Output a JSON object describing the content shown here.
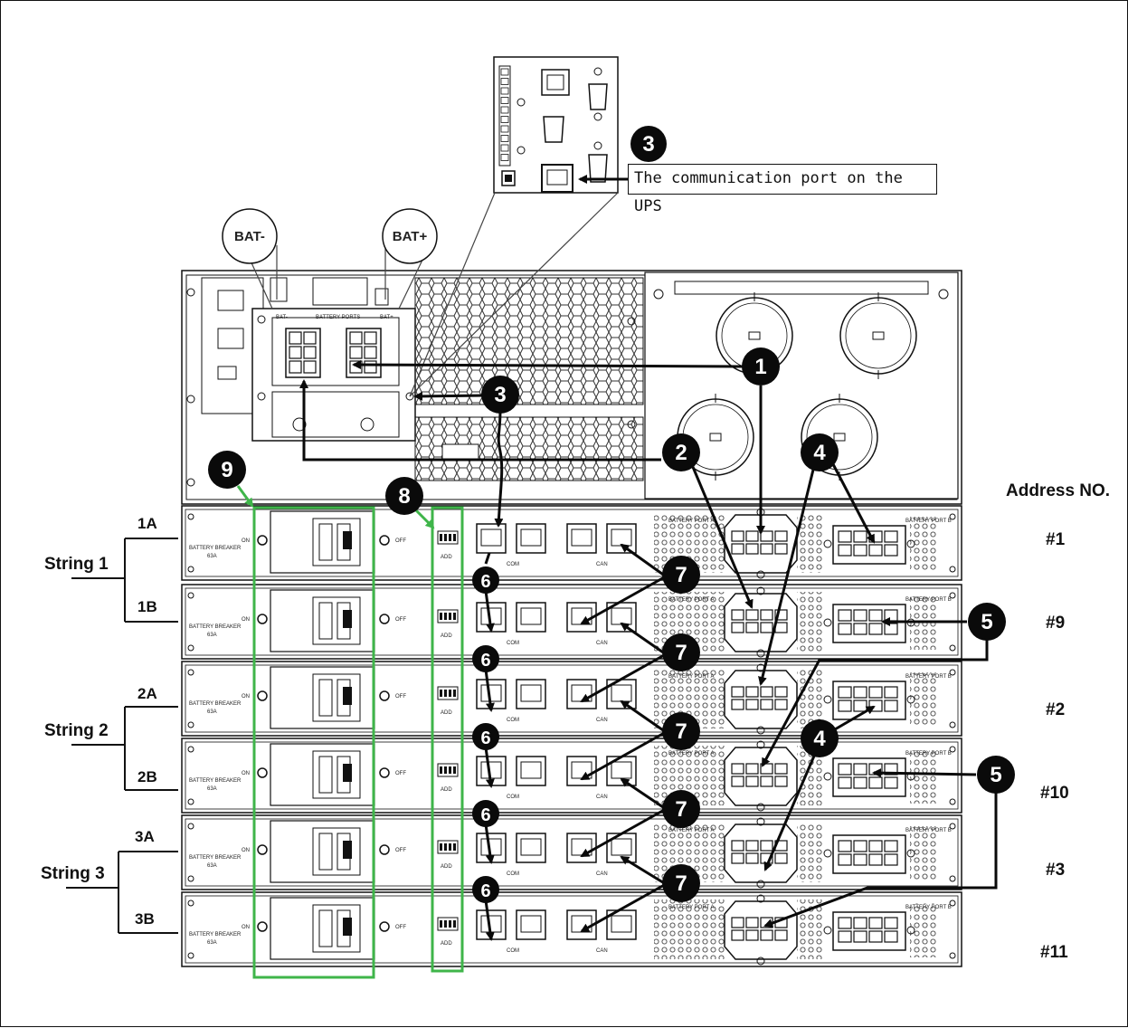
{
  "callout": {
    "text": "The communication port on the UPS"
  },
  "header": {
    "address_title": "Address NO."
  },
  "bat_labels": {
    "neg": "BAT-",
    "pos": "BAT+"
  },
  "strings": [
    {
      "name": "String 1",
      "a": "1A",
      "b": "1B"
    },
    {
      "name": "String 2",
      "a": "2A",
      "b": "2B"
    },
    {
      "name": "String 3",
      "a": "3A",
      "b": "3B"
    }
  ],
  "addresses": [
    "#1",
    "#9",
    "#2",
    "#10",
    "#3",
    "#11"
  ],
  "module_text": {
    "com": "COM",
    "can": "CAN",
    "add": "ADD",
    "on": "ON",
    "off": "OFF",
    "breaker": "BATTERY BREAKER",
    "rating": "63A",
    "port_a": "BATTERY PORT A",
    "port_b": "BATTERY PORT B"
  },
  "ups_text": {
    "neg": "BAT-",
    "pos": "BAT+",
    "ports": "BATTERY PORTS"
  },
  "badges": {
    "b1": "1",
    "b2": "2",
    "b3": "3",
    "b4": "4",
    "b5": "5",
    "b6": "6",
    "b7": "7",
    "b8": "8",
    "b9": "9"
  },
  "colors": {
    "highlight": "#3fb54a",
    "ink": "#111111",
    "badge": "#0a0a0a"
  }
}
